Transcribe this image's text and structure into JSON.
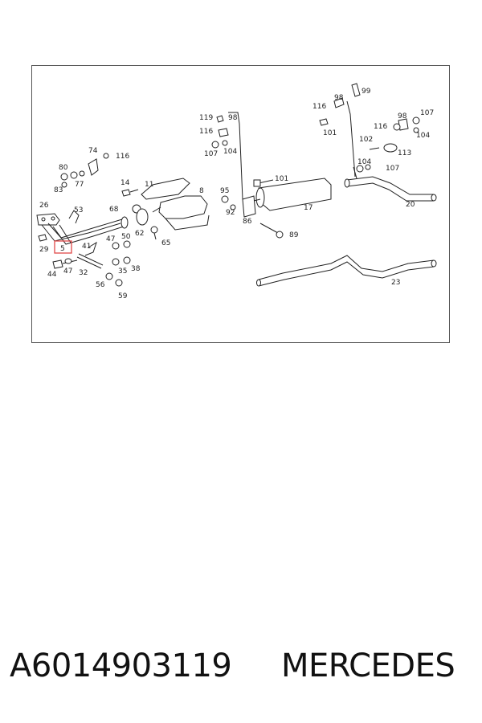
{
  "footer": {
    "part_number": "A6014903119",
    "brand": "MERCEDES"
  },
  "diagram": {
    "highlighted_callout": "5",
    "highlight_color": "#e04848",
    "callouts": [
      "99",
      "98",
      "116",
      "101",
      "119",
      "98",
      "116",
      "107",
      "104",
      "98",
      "107",
      "116",
      "104",
      "102",
      "113",
      "104",
      "107",
      "74",
      "116",
      "80",
      "83",
      "77",
      "14",
      "11",
      "8",
      "95",
      "92",
      "101",
      "86",
      "17",
      "20",
      "26",
      "53",
      "68",
      "62",
      "65",
      "89",
      "29",
      "5",
      "41",
      "47",
      "50",
      "44",
      "47",
      "32",
      "35",
      "38",
      "56",
      "59",
      "23"
    ]
  }
}
